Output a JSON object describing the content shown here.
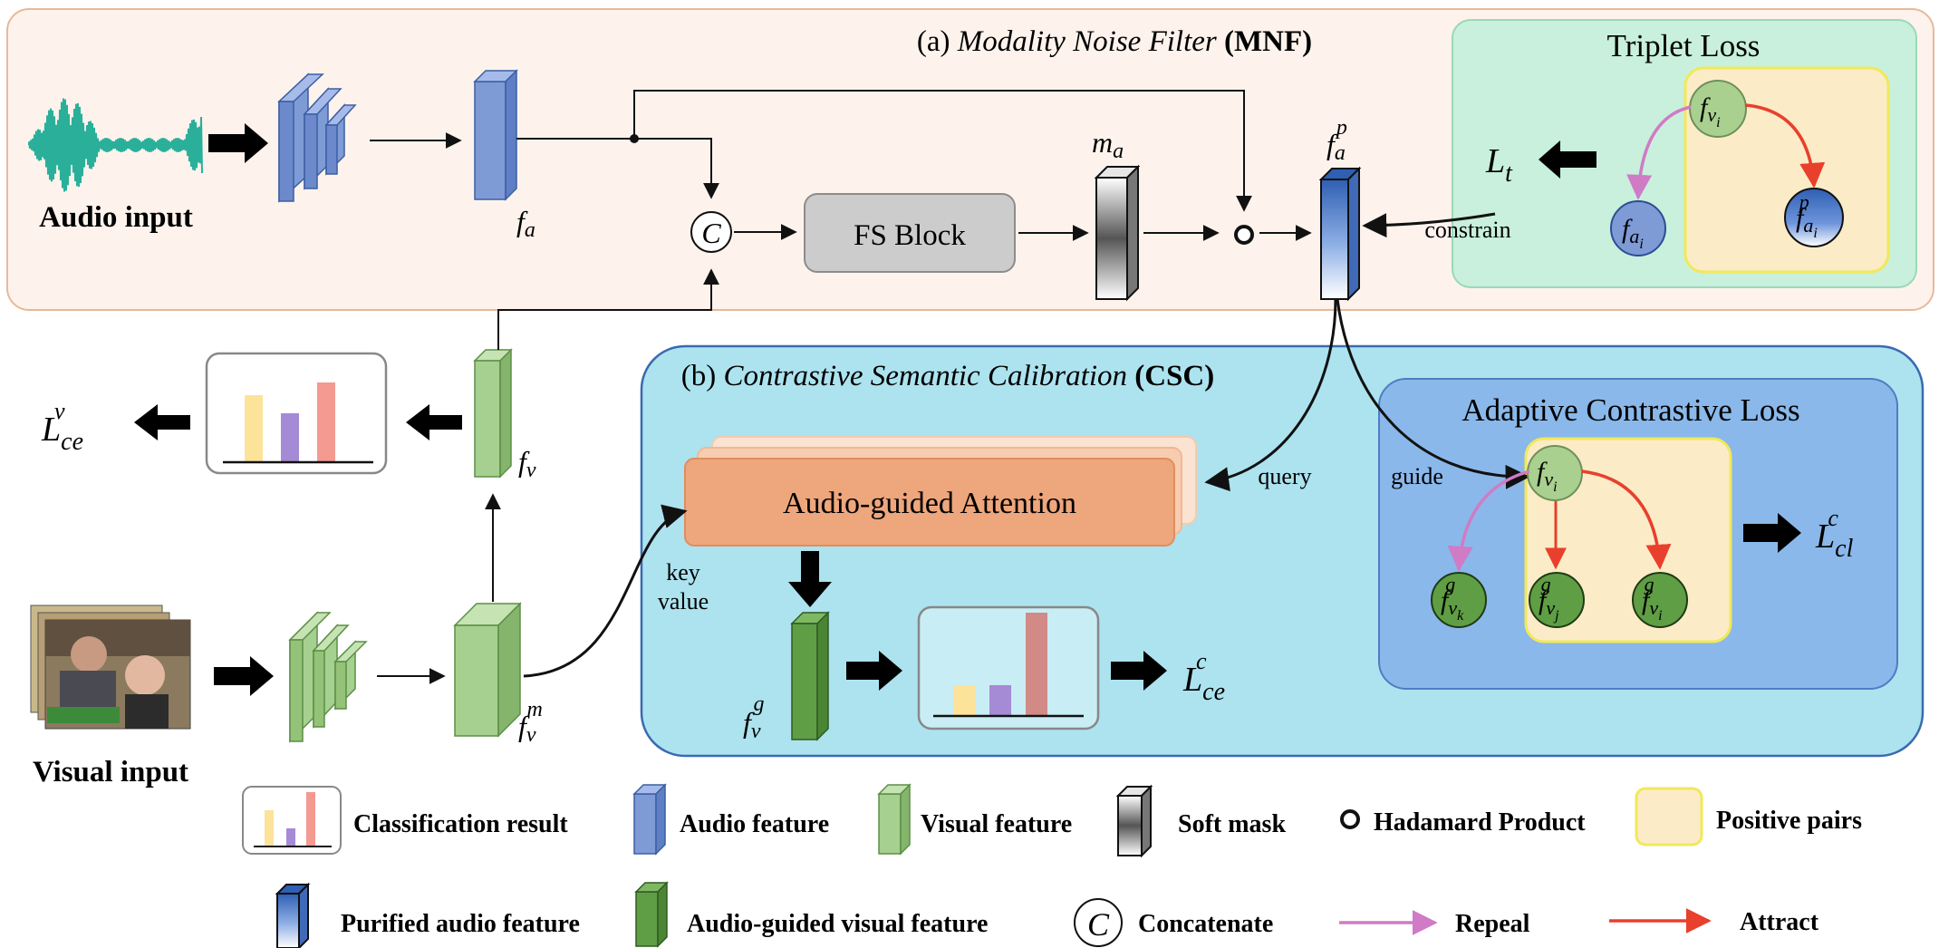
{
  "mnf": {
    "title_prefix": "(a) ",
    "title_italic": "Modality Noise Filter",
    "title_abbr": "(MNF)",
    "fs_block": "FS Block",
    "audio_input": "Audio input",
    "concat_symbol": "C",
    "f_a": "f",
    "f_a_sub": "a",
    "m_a": "m",
    "m_a_sub": "a",
    "f_a_p": "f",
    "f_a_p_sub": "a",
    "f_a_p_sup": "p"
  },
  "triplet": {
    "title": "Triplet Loss",
    "loss": "L",
    "loss_sub": "t",
    "constrain": "constrain",
    "node_anchor": "f",
    "node_anchor_sub": "v",
    "node_anchor_subsub": "i",
    "node_neg": "f",
    "node_neg_sub": "a",
    "node_neg_subsub": "i",
    "node_pos": "f",
    "node_pos_sub": "a",
    "node_pos_subsub": "i",
    "node_pos_sup": "p"
  },
  "visual_branch": {
    "visual_input": "Visual input",
    "f_v": "f",
    "f_v_sub": "v",
    "f_v_m": "f",
    "f_v_m_sub": "v",
    "f_v_m_sup": "m",
    "loss": "L",
    "loss_sub": "ce",
    "loss_sup": "v"
  },
  "csc": {
    "title_prefix": "(b) ",
    "title_italic": "Contrastive Semantic Calibration",
    "title_abbr": "(CSC)",
    "attention": "Audio-guided Attention",
    "query": "query",
    "key": "key",
    "value": "value",
    "f_v_g": "f",
    "f_v_g_sub": "v",
    "f_v_g_sup": "g",
    "loss": "L",
    "loss_sub": "ce",
    "loss_sup": "c"
  },
  "acl": {
    "title": "Adaptive Contrastive Loss",
    "guide": "guide",
    "anchor": "f",
    "anchor_sub": "v",
    "anchor_subsub": "i",
    "node_k": "f",
    "node_k_sub": "v",
    "node_k_subsub": "k",
    "node_k_sup": "g",
    "node_j": "f",
    "node_j_sub": "v",
    "node_j_subsub": "j",
    "node_j_sup": "g",
    "node_i": "f",
    "node_i_sub": "v",
    "node_i_subsub": "i",
    "node_i_sup": "g",
    "loss": "L",
    "loss_sub": "cl",
    "loss_sup": "c"
  },
  "legend": {
    "classification": "Classification result",
    "audio_feature": "Audio feature",
    "visual_feature": "Visual feature",
    "soft_mask": "Soft mask",
    "hadamard": "Hadamard Product",
    "positive_pairs": "Positive pairs",
    "purified_audio": "Purified audio feature",
    "audio_guided_visual": "Audio-guided visual feature",
    "concatenate_symbol": "C",
    "concatenate": "Concatenate",
    "repeal": "Repeal",
    "attract": "Attract"
  },
  "colors": {
    "mnf_bg": "#fdf3ec",
    "triplet_bg": "#c8f0dc",
    "csc_bg": "#ace3ef",
    "acl_bg": "#8ab8ea",
    "positive_pairs": "#fbecc7",
    "audio_feature": "#7e9bd6",
    "visual_feature": "#a6d08f",
    "audio_guided_visual": "#5f9e44",
    "attention": "#eea67c",
    "fs_block": "#cccccc",
    "repeal": "#d07bc6",
    "attract": "#e8402c",
    "node_anchor": "#a9d08e",
    "node_blue": "#5b86d4",
    "node_green": "#5f9e44"
  }
}
